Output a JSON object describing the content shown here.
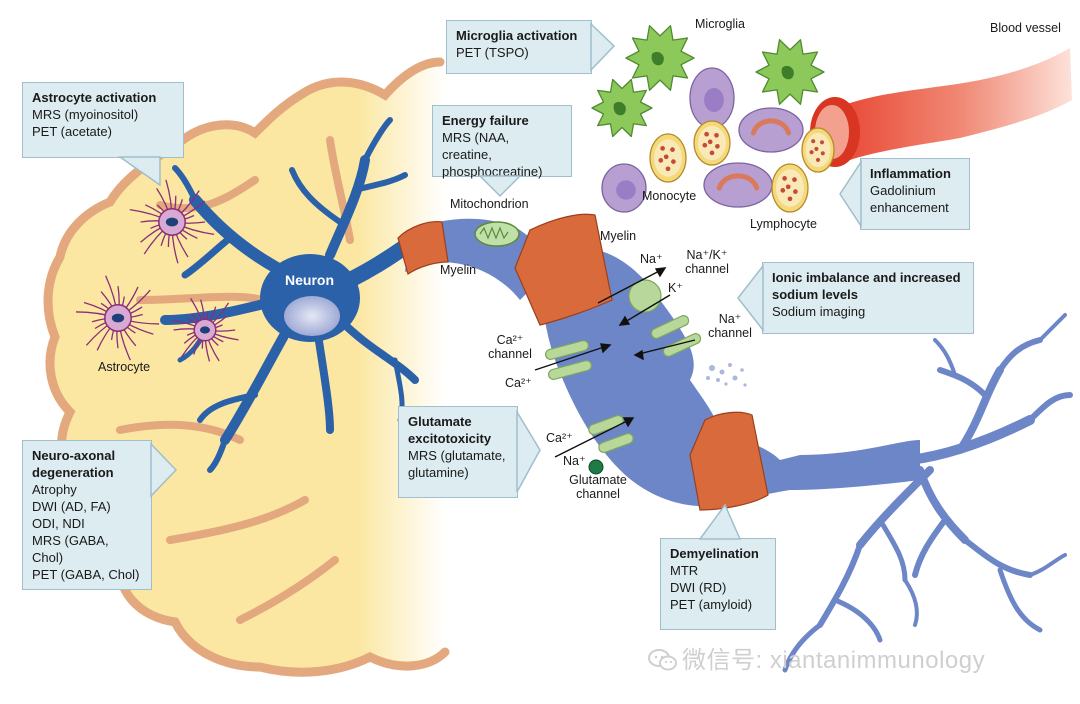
{
  "callouts": {
    "astrocyte": {
      "title": "Astrocyte activation",
      "lines": [
        "MRS (myoinositol)",
        "PET (acetate)"
      ]
    },
    "microglia": {
      "title": "Microglia activation",
      "lines": [
        "PET (TSPO)"
      ]
    },
    "energy": {
      "title": "Energy failure",
      "lines": [
        "MRS (NAA, creatine,",
        "phosphocreatine)"
      ]
    },
    "inflammation": {
      "title": "Inflammation",
      "lines": [
        "Gadolinium",
        "enhancement"
      ]
    },
    "ionic": {
      "title": "Ionic imbalance and increased sodium levels",
      "lines": [
        "Sodium imaging"
      ]
    },
    "glutamate": {
      "title": "Glutamate excitotoxicity",
      "lines": [
        "MRS (glutamate,",
        "glutamine)"
      ]
    },
    "neuroaxonal": {
      "title": "Neuro-axonal degeneration",
      "lines": [
        "Atrophy",
        "DWI (AD, FA)",
        "ODI, NDI",
        "MRS (GABA, Chol)",
        "PET (GABA, Chol)"
      ]
    },
    "demyelination": {
      "title": "Demyelination",
      "lines": [
        "MTR",
        "DWI (RD)",
        "PET (amyloid)"
      ]
    }
  },
  "labels": {
    "microglia": "Microglia",
    "blood_vessel": "Blood vessel",
    "monocyte": "Monocyte",
    "lymphocyte": "Lymphocyte",
    "mitochondrion": "Mitochondrion",
    "myelin_left": "Myelin",
    "myelin_right": "Myelin",
    "neuron": "Neuron",
    "astrocyte": "Astrocyte",
    "na_k_channel": "Na⁺/K⁺ channel",
    "na_top": "Na⁺",
    "k_ion": "K⁺",
    "na_channel": "Na⁺ channel",
    "ca_channel": "Ca²⁺ channel",
    "ca_ion": "Ca²⁺",
    "ca_ion_2": "Ca²⁺",
    "na_ion_2": "Na⁺",
    "glutamate_channel": "Glutamate channel"
  },
  "watermark": "微信号: xiantanimmunology",
  "colors": {
    "callout_bg": "#dcecf0",
    "brain": "#fbe7a2",
    "brain_border": "#e3a87d",
    "neuron": "#2b61a8",
    "axon": "#6d86c7",
    "myelin": "#d96a3c",
    "microglia": "#8cc85a",
    "monocyte": "#b79fd2",
    "lymphocyte": "#f4d97a",
    "vessel": "#e8432f",
    "astrocyte": "#8c2d7a",
    "channel": "#b7d89a"
  }
}
